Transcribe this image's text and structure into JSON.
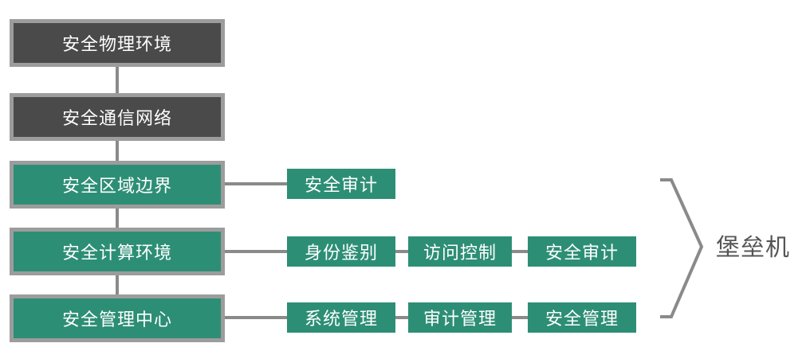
{
  "layers": [
    {
      "label": "安全物理环境",
      "style": "dark"
    },
    {
      "label": "安全通信网络",
      "style": "dark"
    },
    {
      "label": "安全区域边界",
      "style": "green"
    },
    {
      "label": "安全计算环境",
      "style": "green"
    },
    {
      "label": "安全管理中心",
      "style": "green"
    }
  ],
  "region_items": [
    "安全审计"
  ],
  "compute_items": [
    "身份鉴别",
    "访问控制",
    "安全审计"
  ],
  "management_items": [
    "系统管理",
    "审计管理",
    "安全管理"
  ],
  "bastion_label": "堡垒机",
  "colors": {
    "dark_box": "#4a4a4a",
    "green_box": "#2d8e76",
    "border_gray": "#9c9c9c",
    "line_gray": "#8a8a8a",
    "label_text": "#555555"
  }
}
